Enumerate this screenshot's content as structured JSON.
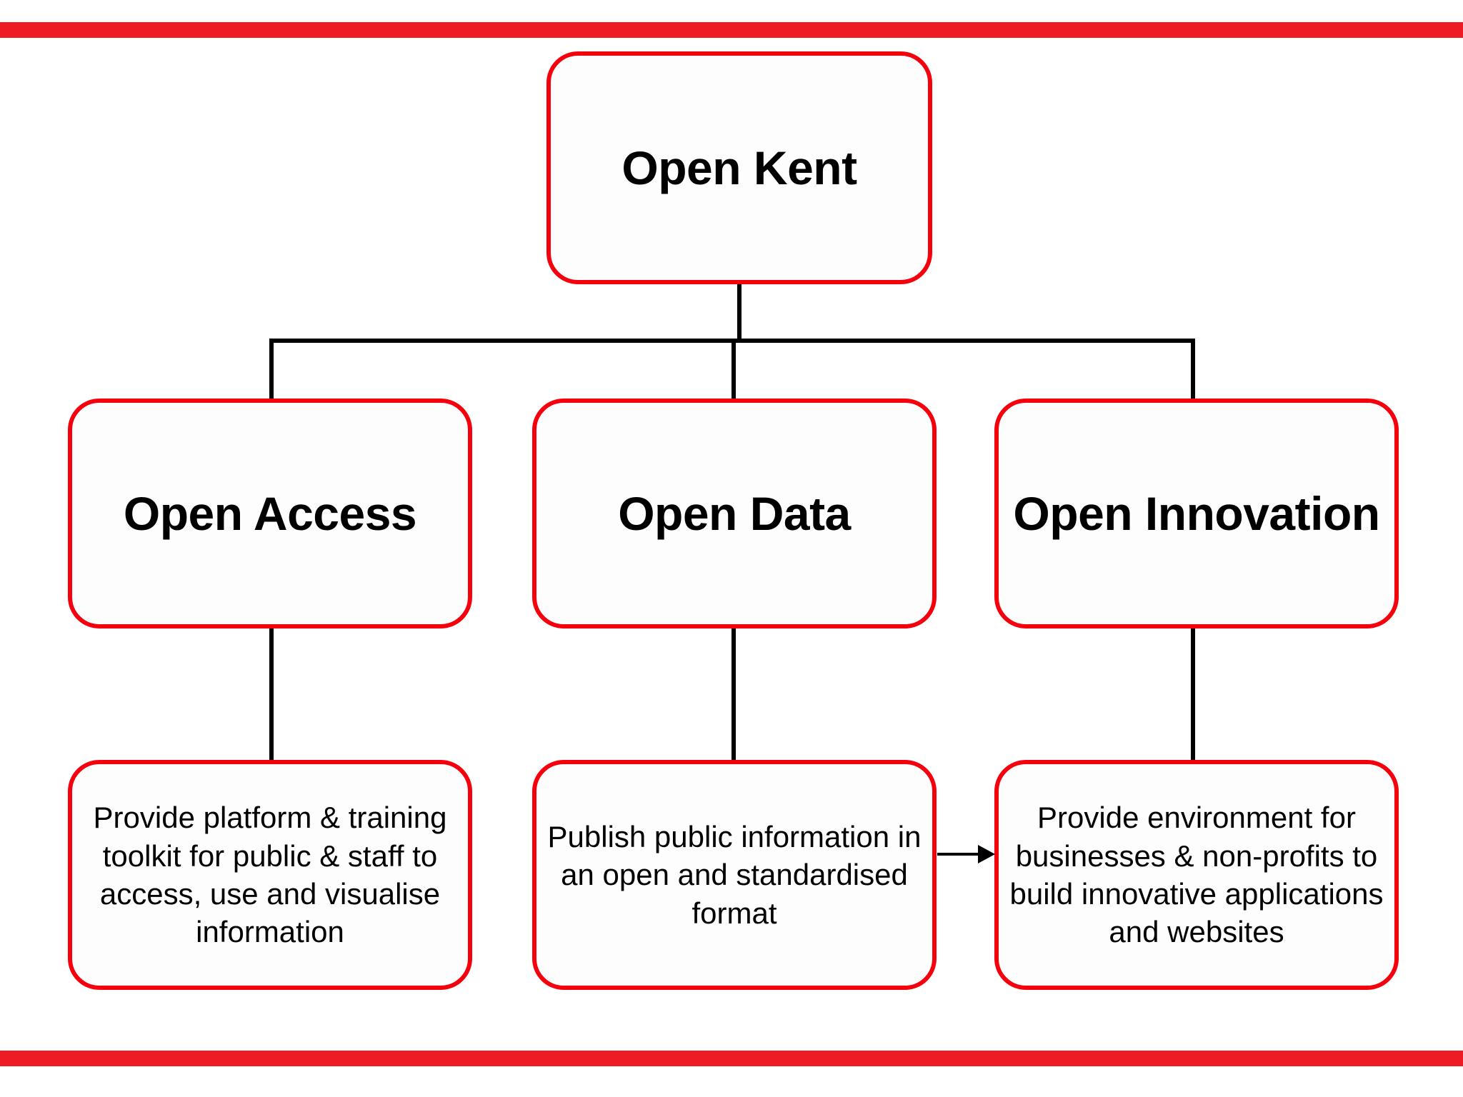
{
  "page": {
    "title": "Open Kent",
    "accent_color": "#ED1C24",
    "node_border_color": "#F5000D",
    "connector_color": "#000000",
    "background_color": "#FFFFFF"
  },
  "banners": {
    "top_label": "top-accent-bar",
    "bottom_label": "bottom-accent-bar"
  },
  "diagram": {
    "type": "hierarchy",
    "root": {
      "label": "Open Kent"
    },
    "branches": [
      {
        "label": "Open Access",
        "description": "Provide platform & training toolkit for public & staff to access, use and visualise information"
      },
      {
        "label": "Open Data",
        "description": "Publish public information in an open and standardised format"
      },
      {
        "label": "Open Innovation",
        "description": "Provide environment for businesses & non-profits to build innovative applications and websites"
      }
    ],
    "connections": [
      {
        "from": "Open Kent",
        "to": "Open Access",
        "style": "line"
      },
      {
        "from": "Open Kent",
        "to": "Open Data",
        "style": "line"
      },
      {
        "from": "Open Kent",
        "to": "Open Innovation",
        "style": "line"
      },
      {
        "from": "Open Access",
        "to": "Open Access description",
        "style": "line"
      },
      {
        "from": "Open Data",
        "to": "Open Data description",
        "style": "line"
      },
      {
        "from": "Open Innovation",
        "to": "Open Innovation description",
        "style": "line"
      },
      {
        "from": "Open Data description",
        "to": "Open Innovation description",
        "style": "arrow"
      }
    ]
  }
}
